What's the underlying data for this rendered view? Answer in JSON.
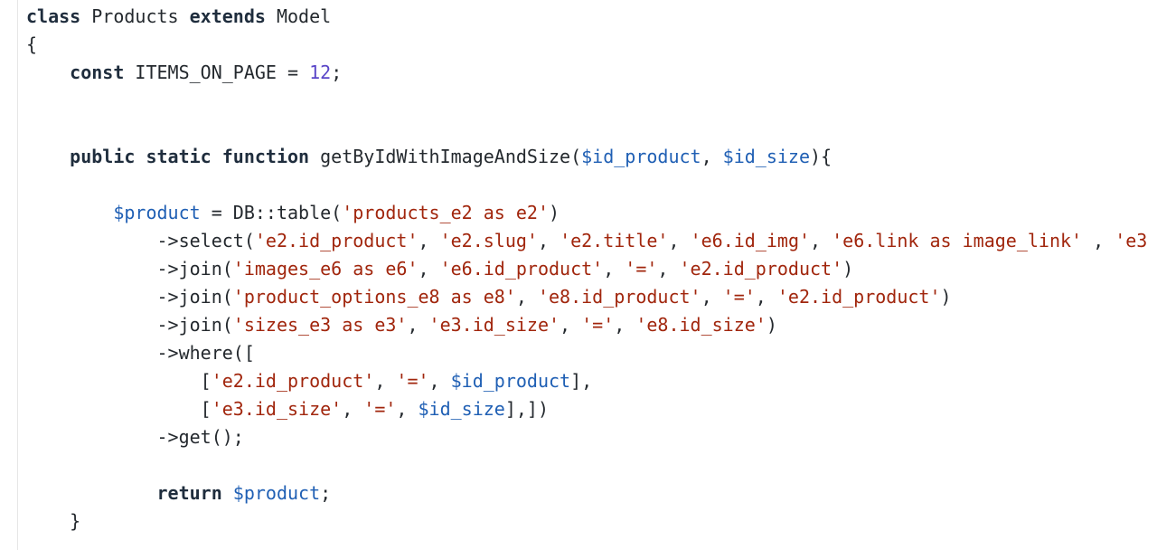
{
  "code_lines": [
    [
      {
        "t": "kw",
        "v": "class"
      },
      {
        "t": "plain",
        "v": " Products "
      },
      {
        "t": "kw",
        "v": "extends"
      },
      {
        "t": "plain",
        "v": " Model"
      }
    ],
    [
      {
        "t": "plain",
        "v": "{"
      }
    ],
    [
      {
        "t": "plain",
        "v": "    "
      },
      {
        "t": "kw",
        "v": "const"
      },
      {
        "t": "plain",
        "v": " ITEMS_ON_PAGE = "
      },
      {
        "t": "num",
        "v": "12"
      },
      {
        "t": "plain",
        "v": ";"
      }
    ],
    [],
    [],
    [
      {
        "t": "plain",
        "v": "    "
      },
      {
        "t": "kw",
        "v": "public static function"
      },
      {
        "t": "plain",
        "v": " getByIdWithImageAndSize("
      },
      {
        "t": "var",
        "v": "$id_product"
      },
      {
        "t": "plain",
        "v": ", "
      },
      {
        "t": "var",
        "v": "$id_size"
      },
      {
        "t": "plain",
        "v": "){"
      }
    ],
    [],
    [
      {
        "t": "plain",
        "v": "        "
      },
      {
        "t": "var",
        "v": "$product"
      },
      {
        "t": "plain",
        "v": " = DB::table("
      },
      {
        "t": "str",
        "v": "'products_e2 as e2'"
      },
      {
        "t": "plain",
        "v": ")"
      }
    ],
    [
      {
        "t": "plain",
        "v": "            ->select("
      },
      {
        "t": "str",
        "v": "'e2.id_product'"
      },
      {
        "t": "plain",
        "v": ", "
      },
      {
        "t": "str",
        "v": "'e2.slug'"
      },
      {
        "t": "plain",
        "v": ", "
      },
      {
        "t": "str",
        "v": "'e2.title'"
      },
      {
        "t": "plain",
        "v": ", "
      },
      {
        "t": "str",
        "v": "'e6.id_img'"
      },
      {
        "t": "plain",
        "v": ", "
      },
      {
        "t": "str",
        "v": "'e6.link as image_link'"
      },
      {
        "t": "plain",
        "v": " , "
      },
      {
        "t": "str",
        "v": "'e3"
      }
    ],
    [
      {
        "t": "plain",
        "v": "            ->join("
      },
      {
        "t": "str",
        "v": "'images_e6 as e6'"
      },
      {
        "t": "plain",
        "v": ", "
      },
      {
        "t": "str",
        "v": "'e6.id_product'"
      },
      {
        "t": "plain",
        "v": ", "
      },
      {
        "t": "str",
        "v": "'='"
      },
      {
        "t": "plain",
        "v": ", "
      },
      {
        "t": "str",
        "v": "'e2.id_product'"
      },
      {
        "t": "plain",
        "v": ")"
      }
    ],
    [
      {
        "t": "plain",
        "v": "            ->join("
      },
      {
        "t": "str",
        "v": "'product_options_e8 as e8'"
      },
      {
        "t": "plain",
        "v": ", "
      },
      {
        "t": "str",
        "v": "'e8.id_product'"
      },
      {
        "t": "plain",
        "v": ", "
      },
      {
        "t": "str",
        "v": "'='"
      },
      {
        "t": "plain",
        "v": ", "
      },
      {
        "t": "str",
        "v": "'e2.id_product'"
      },
      {
        "t": "plain",
        "v": ")"
      }
    ],
    [
      {
        "t": "plain",
        "v": "            ->join("
      },
      {
        "t": "str",
        "v": "'sizes_e3 as e3'"
      },
      {
        "t": "plain",
        "v": ", "
      },
      {
        "t": "str",
        "v": "'e3.id_size'"
      },
      {
        "t": "plain",
        "v": ", "
      },
      {
        "t": "str",
        "v": "'='"
      },
      {
        "t": "plain",
        "v": ", "
      },
      {
        "t": "str",
        "v": "'e8.id_size'"
      },
      {
        "t": "plain",
        "v": ")"
      }
    ],
    [
      {
        "t": "plain",
        "v": "            ->where(["
      }
    ],
    [
      {
        "t": "plain",
        "v": "                ["
      },
      {
        "t": "str",
        "v": "'e2.id_product'"
      },
      {
        "t": "plain",
        "v": ", "
      },
      {
        "t": "str",
        "v": "'='"
      },
      {
        "t": "plain",
        "v": ", "
      },
      {
        "t": "var",
        "v": "$id_product"
      },
      {
        "t": "plain",
        "v": "],"
      }
    ],
    [
      {
        "t": "plain",
        "v": "                ["
      },
      {
        "t": "str",
        "v": "'e3.id_size'"
      },
      {
        "t": "plain",
        "v": ", "
      },
      {
        "t": "str",
        "v": "'='"
      },
      {
        "t": "plain",
        "v": ", "
      },
      {
        "t": "var",
        "v": "$id_size"
      },
      {
        "t": "plain",
        "v": "],])"
      }
    ],
    [
      {
        "t": "plain",
        "v": "            ->get();"
      }
    ],
    [],
    [
      {
        "t": "plain",
        "v": "            "
      },
      {
        "t": "kw",
        "v": "return"
      },
      {
        "t": "plain",
        "v": " "
      },
      {
        "t": "var",
        "v": "$product"
      },
      {
        "t": "plain",
        "v": ";"
      }
    ],
    [
      {
        "t": "plain",
        "v": "    }"
      }
    ]
  ],
  "colors": {
    "keyword": "#1f2d3d",
    "string": "#a1260d",
    "variable": "#1f5fb4",
    "number": "#5a46c8",
    "plain": "#24292e",
    "background": "#ffffff"
  }
}
